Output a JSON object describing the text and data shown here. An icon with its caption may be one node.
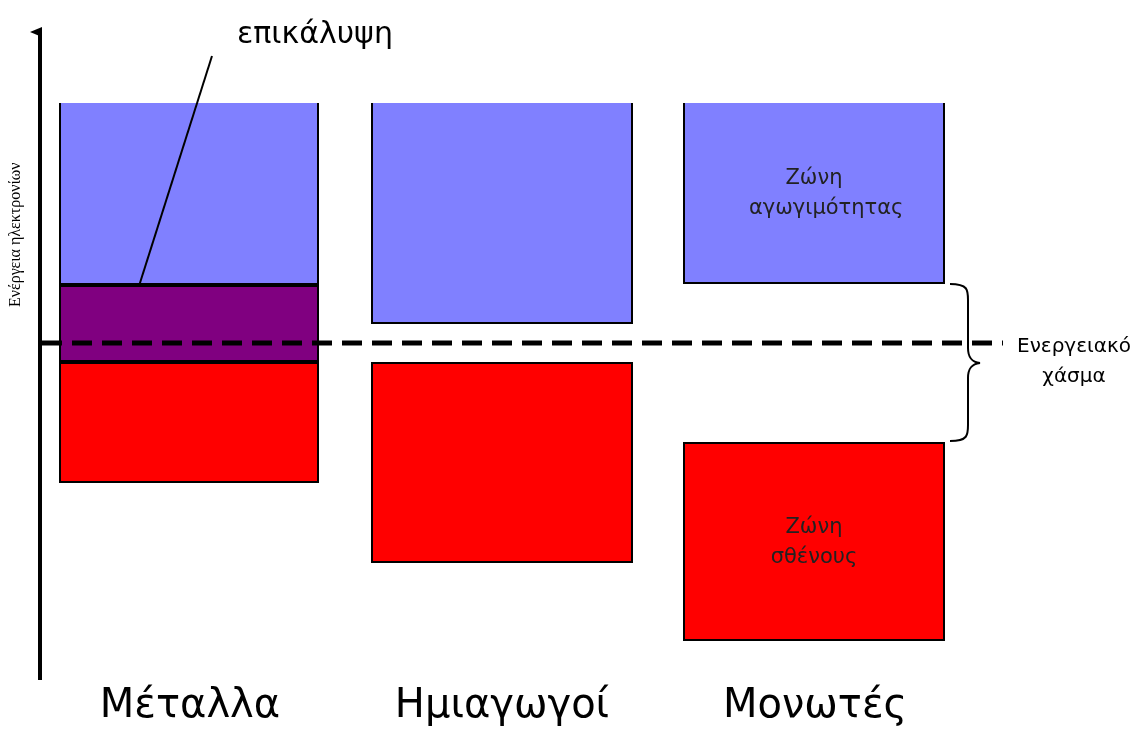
{
  "diagram": {
    "nodes": [
      {
        "text": [
          "επικάλυψη"
        ]
      },
      {
        "text": [],
        "shape": "box"
      },
      {
        "text": [],
        "shape": "box"
      },
      {
        "text": [],
        "shape": "box"
      },
      {
        "text": [],
        "shape": "box"
      },
      {
        "text": [],
        "shape": "box"
      },
      {
        "text": [
          "Ζώνη αγωγιμότητας"
        ]
      },
      {
        "text": [
          "Ζώνη σθένους"
        ]
      }
    ],
    "edges": [
      {
        "from": 0,
        "to": 2,
        "arrow": "none"
      }
    ],
    "labels": [
      "Ενέργεια ηλεκτρονίων",
      "Ενεργειακό χάσμα",
      "Μέταλλα",
      "Ημιαγωγοί",
      "Μονωτές"
    ]
  }
}
